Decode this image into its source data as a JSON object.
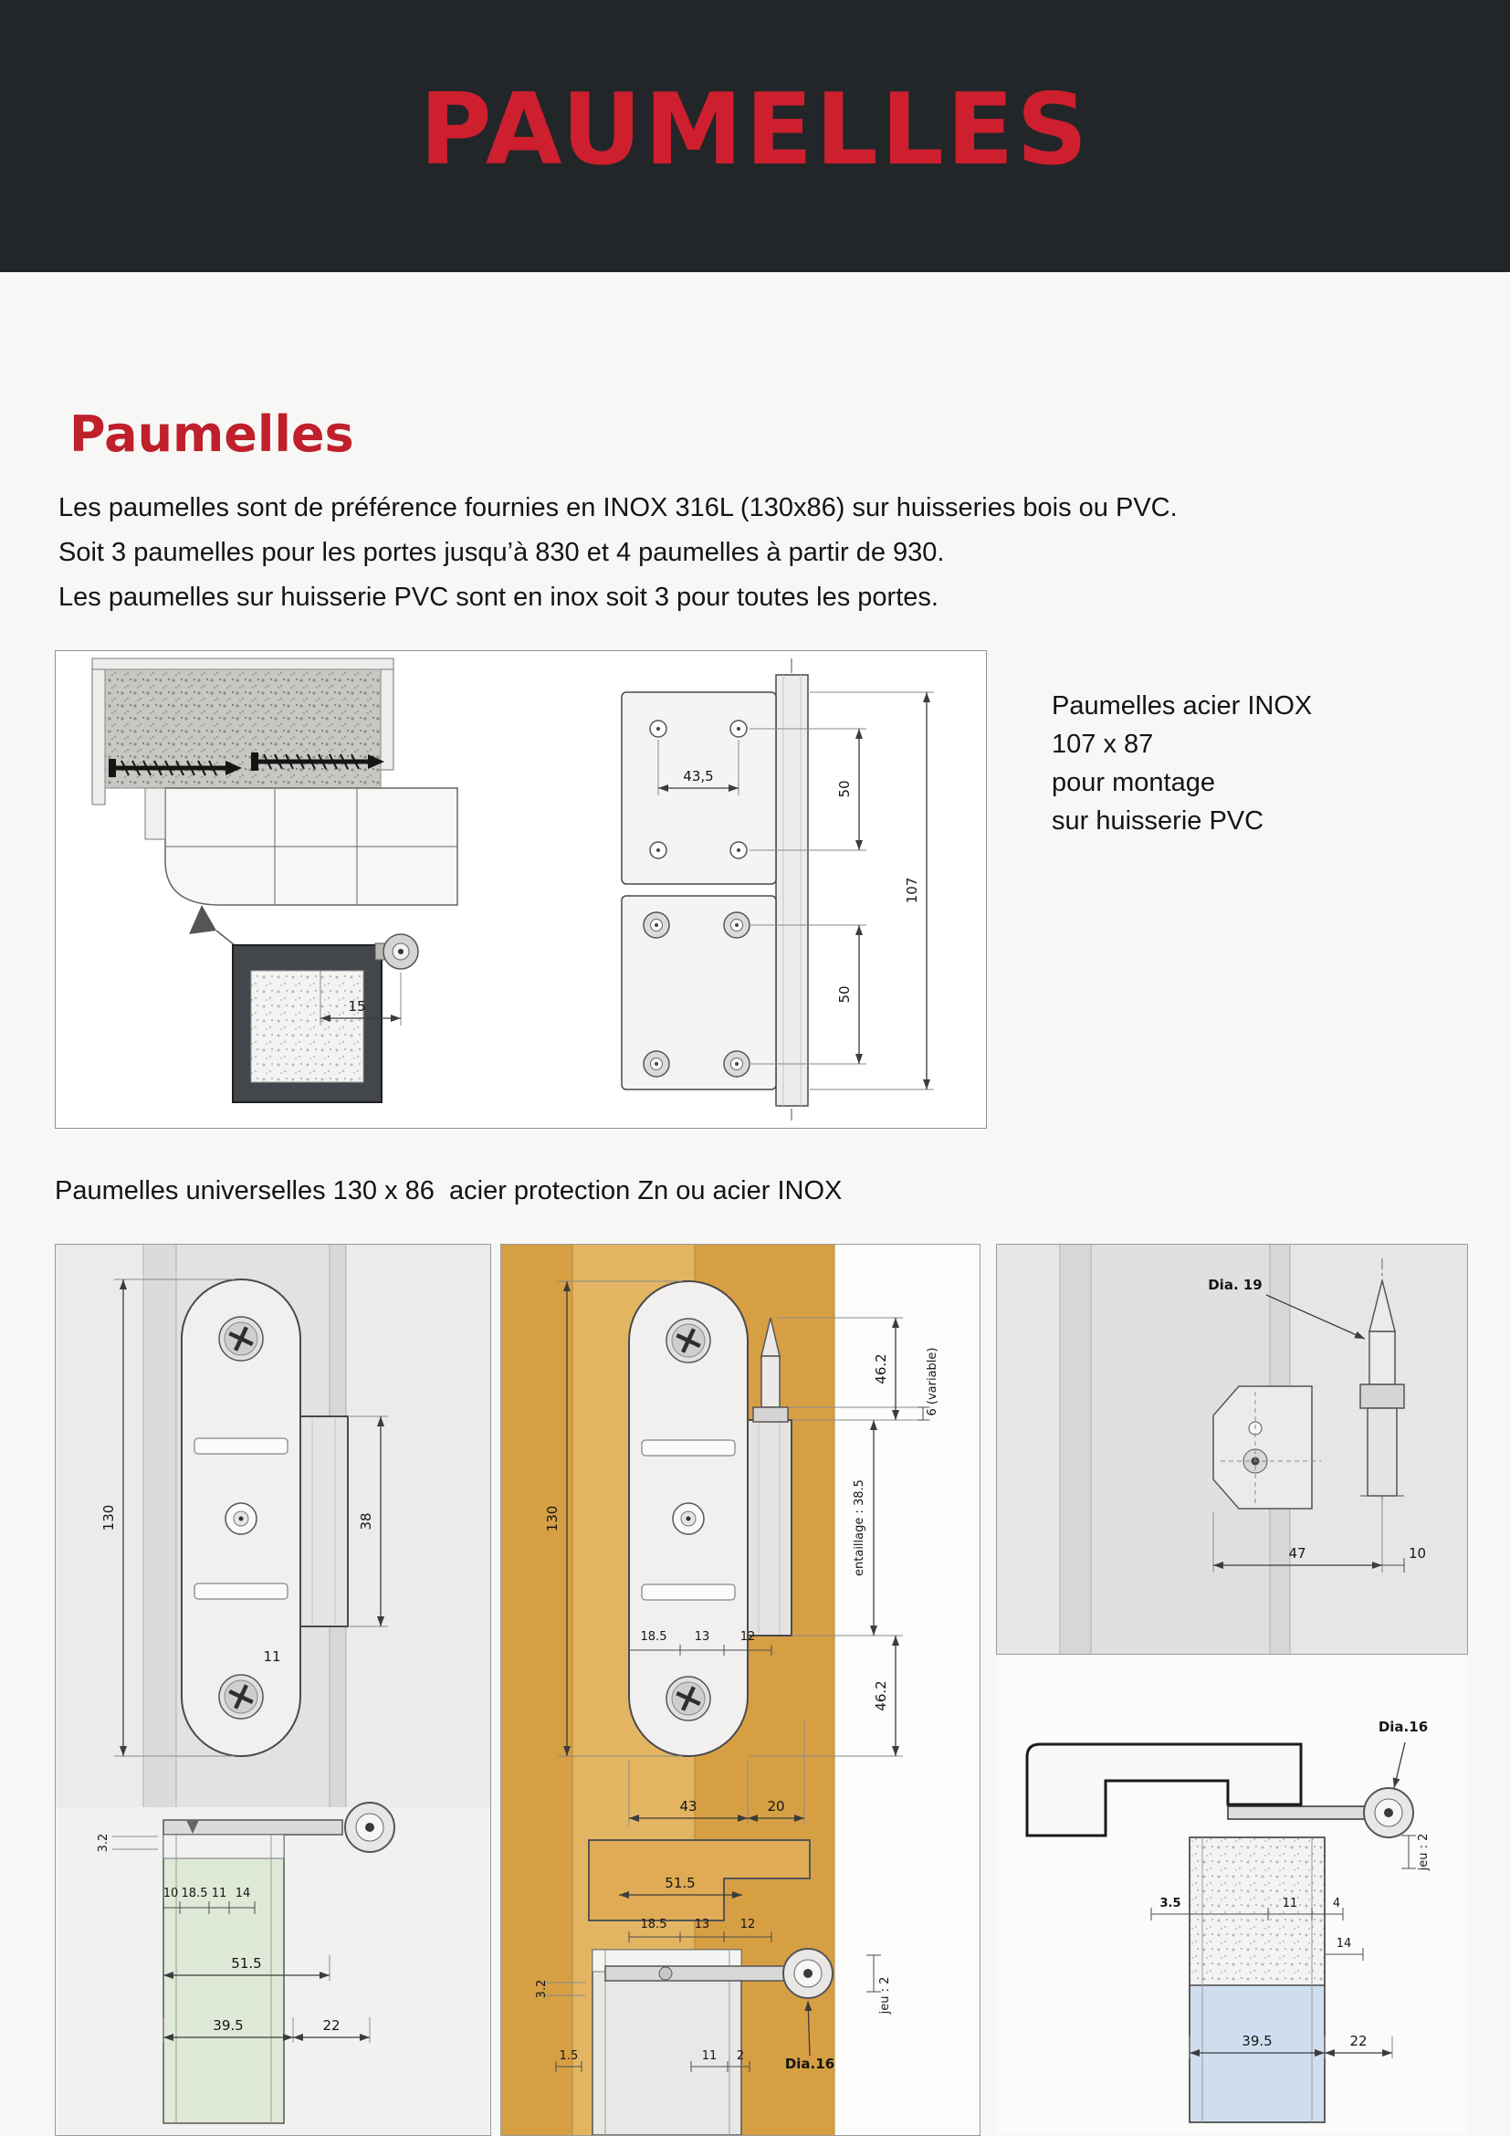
{
  "colors": {
    "accent_red": "#cd1f2e",
    "header_bg": "#232629",
    "wood_orange": "#d79f44",
    "section_green": "#dfe9d7",
    "section_blue": "#cfdeee"
  },
  "header": {
    "title": "PAUMELLES"
  },
  "intro": {
    "heading": "Paumelles",
    "line1": "Les paumelles sont de préférence fournies en INOX 316L (130x86) sur huisseries bois ou PVC.",
    "line2": "Soit 3 paumelles pour les portes jusqu’à 830 et 4 paumelles à partir de 930.",
    "line3": "Les paumelles sur huisserie PVC sont en inox soit 3 pour toutes les portes."
  },
  "inox_note": {
    "line1": "Paumelles acier INOX",
    "line2": "107 x 87",
    "line3": "pour montage",
    "line4": "sur huisserie PVC"
  },
  "top_diagram": {
    "w435": "43,5",
    "s50_top": "50",
    "s50_bottom": "50",
    "h107": "107",
    "off15": "15"
  },
  "universal_caption": "Paumelles universelles 130 x 86  acier protection Zn ou acier INOX",
  "panel1": {
    "h130": "130",
    "k38": "38",
    "t11": "11",
    "t3_2": "3.2",
    "c10": "10",
    "c18_5": "18.5",
    "c11": "11",
    "c14": "14",
    "w51_5": "51.5",
    "w39_5": "39.5",
    "w22": "22"
  },
  "panel2": {
    "h130": "130",
    "v46_2_top": "46.2",
    "v6": "6 (variable)",
    "notch": "entaillage : 38.5",
    "r18_5": "18.5",
    "r13": "13",
    "r12": "12",
    "v46_2_bottom": "46.2",
    "w43": "43",
    "w20": "20",
    "w51_5": "51.5",
    "r18_5b": "18.5",
    "r13b": "13",
    "r12b": "12",
    "t3_2": "3.2",
    "b1_5": "1.5",
    "b11": "11",
    "b2": "2",
    "dia16": "Dia.16",
    "jeu2": "jeu : 2"
  },
  "panel3": {
    "dia19": "Dia. 19",
    "w47": "47",
    "w10": "10",
    "dia16": "Dia.16",
    "t3_5": "3.5",
    "t11": "11",
    "t4": "4",
    "t14": "14",
    "jeu2": "jeu : 2",
    "w39_5": "39.5",
    "w22": "22"
  }
}
